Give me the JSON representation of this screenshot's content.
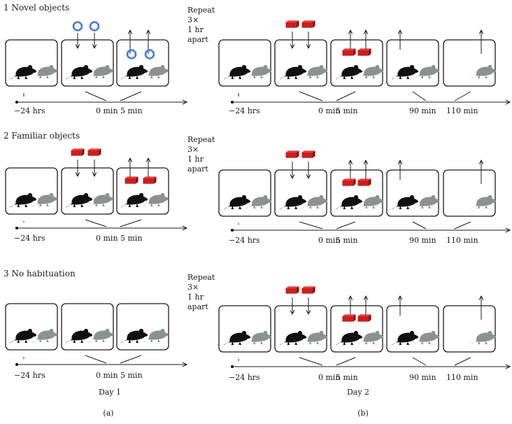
{
  "panels": [
    {
      "number": "1",
      "title": "Novel objects",
      "object": "ring"
    },
    {
      "number": "2",
      "title": "Familiar objects",
      "object": "block"
    },
    {
      "number": "3",
      "title": "No habituation",
      "object": "none"
    }
  ],
  "repeat_note": [
    "Repeat",
    "3×",
    "1 hr",
    "apart"
  ],
  "time_labels_a": [
    "−24 hrs",
    "0 min",
    "5 min"
  ],
  "time_labels_b": [
    "−24 hrs",
    "0 min",
    "5 min",
    "90 min",
    "110 min"
  ],
  "day_labels": {
    "a": "Day 1",
    "b": "Day 2"
  },
  "panel_letters": {
    "a": "(a)",
    "b": "(b)"
  },
  "colors": {
    "rat_dark": "#111111",
    "rat_light": "#8c9191",
    "ring": "#4a7fdb",
    "block": "#cc1e1e",
    "block_dark": "#7f1212",
    "line": "#1a1a1a"
  },
  "icons": {
    "rat": "rat-icon",
    "ring": "ring-object-icon",
    "block": "block-object-icon",
    "arrow": "arrow-icon"
  }
}
